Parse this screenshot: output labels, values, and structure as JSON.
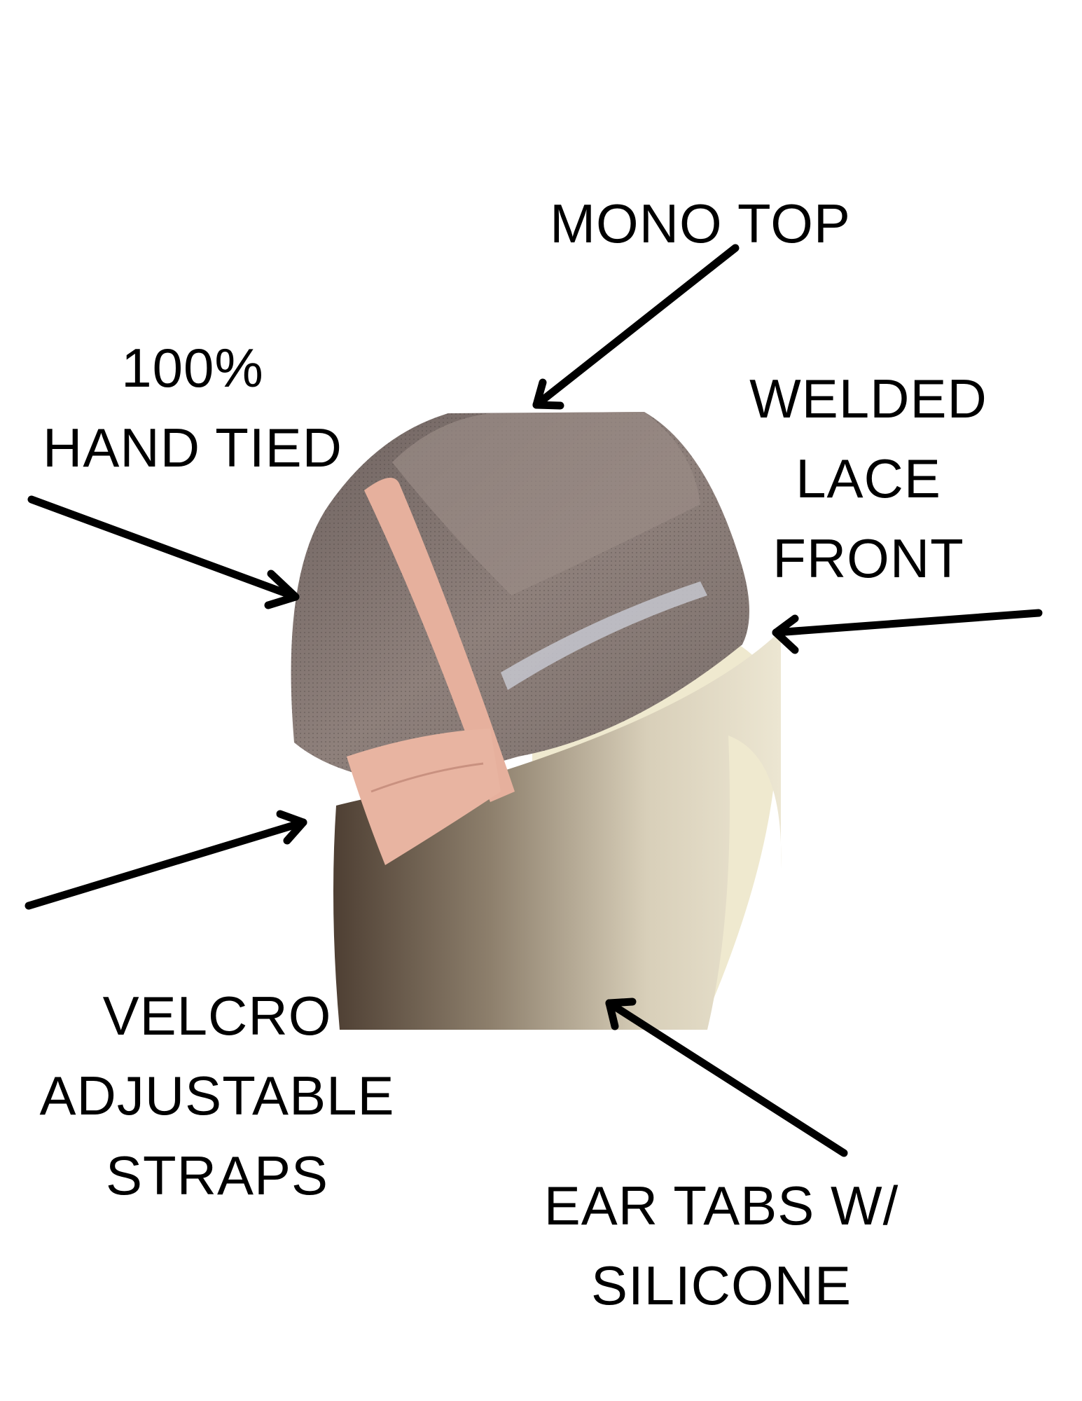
{
  "diagram": {
    "subject": "wig cap construction",
    "background": "#ffffff",
    "text_color": "#000000",
    "labels": [
      {
        "id": "mono-top",
        "lines": [
          "MONO TOP"
        ]
      },
      {
        "id": "hand-tied",
        "lines": [
          "100%",
          "HAND TIED"
        ]
      },
      {
        "id": "welded-lace-front",
        "lines": [
          "WELDED",
          "LACE",
          "FRONT"
        ]
      },
      {
        "id": "velcro-straps",
        "lines": [
          "VELCRO",
          "ADJUSTABLE",
          "STRAPS"
        ]
      },
      {
        "id": "ear-tabs",
        "lines": [
          "EAR TABS W/",
          "SILICONE"
        ]
      }
    ],
    "photo_colors": {
      "cap_mesh": "#8a7c78",
      "cap_mesh_dark": "#6e625f",
      "binding_tape": "#e8b3a0",
      "hair_dark": "#5a4a3c",
      "hair_light": "#d9cfb8",
      "mannequin": "#efe9cf"
    }
  }
}
